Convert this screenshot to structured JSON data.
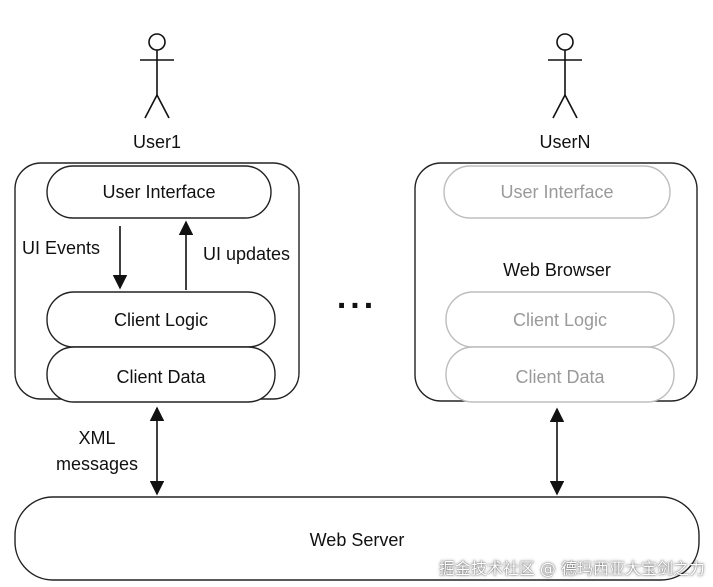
{
  "users": {
    "user1": "User1",
    "userN": "UserN"
  },
  "left_stack": {
    "user_interface": "User Interface",
    "ui_events": "UI Events",
    "ui_updates": "UI updates",
    "client_logic": "Client Logic",
    "client_data": "Client Data"
  },
  "right_stack": {
    "user_interface": "User Interface",
    "web_browser": "Web Browser",
    "client_logic": "Client Logic",
    "client_data": "Client Data"
  },
  "ellipsis": "...",
  "xml_messages": {
    "line1": "XML",
    "line2": "messages"
  },
  "web_server": "Web Server",
  "watermark": "掘金技术社区 @ 德玛西亚大宝剑之力"
}
